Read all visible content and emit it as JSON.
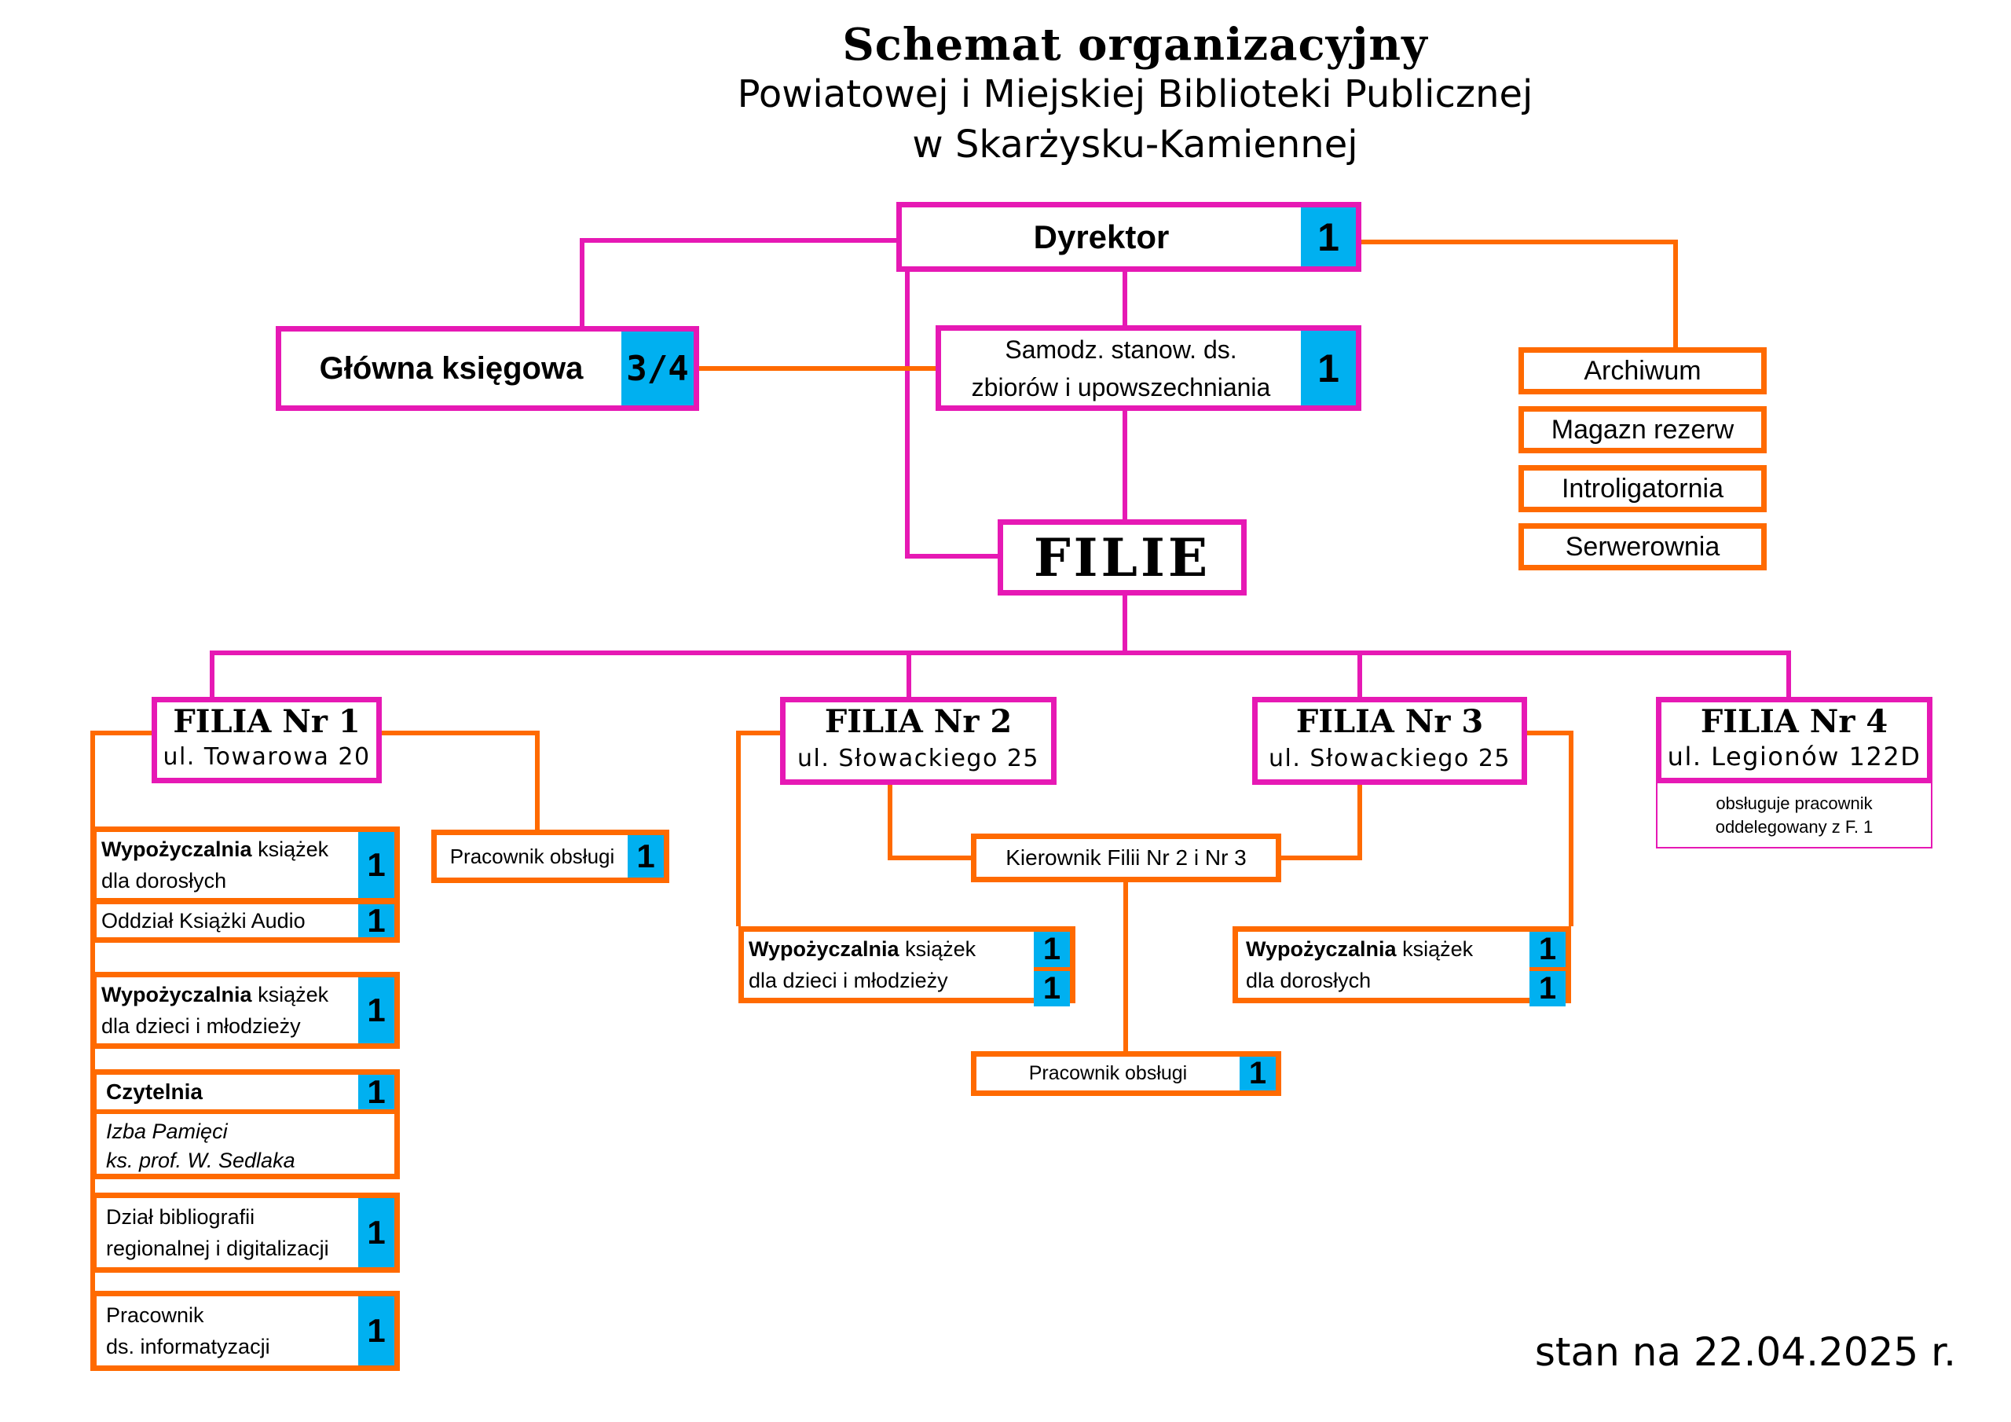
{
  "header": {
    "title": "Schemat organizacyjny",
    "subtitle_line1": "Powiatowej i Miejskiej Biblioteki Publicznej",
    "subtitle_line2": "w Skarżysku-Kamiennej"
  },
  "colors": {
    "management_border": "#e619b4",
    "unit_border": "#ff6a00",
    "staff_badge": "#00b0f0"
  },
  "top": {
    "director": {
      "label": "Dyrektor",
      "staff": "1"
    },
    "chief_accountant": {
      "label": "Główna księgowa",
      "staff": "3/4"
    },
    "independent_post": {
      "line1": "Samodz. stanow. ds.",
      "line2": "zbiorów i upowszechniania",
      "staff": "1"
    },
    "auxiliary_units": [
      "Archiwum",
      "Magazn rezerw",
      "Introligatornia",
      "Serwerownia"
    ],
    "branches_root": "FILIE"
  },
  "branches": [
    {
      "name": "FILIA Nr 1",
      "address": "ul. Towarowa 20",
      "units": [
        {
          "bold": "Wypożyczalnia",
          "rest": " książek",
          "line2": "dla dorosłych",
          "staff": "1"
        },
        {
          "bold": "",
          "rest": "Oddział Książki Audio",
          "line2": "",
          "staff": "1"
        },
        {
          "bold": "Wypożyczalnia",
          "rest": " książek",
          "line2": "dla dzieci i młodzieży",
          "staff": "1"
        },
        {
          "bold": "Czytelnia",
          "rest": "",
          "line2": "",
          "staff": "1",
          "sub_line1": "Izba Pamięci",
          "sub_line2": "ks. prof. W. Sedlaka"
        },
        {
          "bold": "",
          "rest": "Dział bibliografii",
          "line2": "regionalnej i digitalizacji",
          "staff": "1"
        },
        {
          "bold": "",
          "rest": "Pracownik",
          "line2": "ds. informatyzacji",
          "staff": "1"
        }
      ],
      "service_worker": {
        "label": "Pracownik obsługi",
        "staff": "1"
      }
    },
    {
      "name": "FILIA Nr 2",
      "address": "ul. Słowackiego 25",
      "unit": {
        "bold": "Wypożyczalnia",
        "rest": " książek",
        "line2": "dla dzieci i młodzieży",
        "staff_row1": "1",
        "staff_row2": "1"
      }
    },
    {
      "name": "FILIA Nr 3",
      "address": "ul. Słowackiego 25",
      "unit": {
        "bold": "Wypożyczalnia",
        "rest": " książek",
        "line2": "dla dorosłych",
        "staff_row1": "1",
        "staff_row2": "1"
      }
    },
    {
      "name": "FILIA Nr 4",
      "address": "ul. Legionów 122D",
      "note_line1": "obsługuje pracownik",
      "note_line2": "oddelegowany z F. 1"
    }
  ],
  "shared": {
    "manager": {
      "label": "Kierownik Filii Nr 2 i Nr 3"
    },
    "service_worker": {
      "label": "Pracownik obsługi",
      "staff": "1"
    }
  },
  "footer": {
    "as_of": "stan na 22.04.2025 r."
  }
}
